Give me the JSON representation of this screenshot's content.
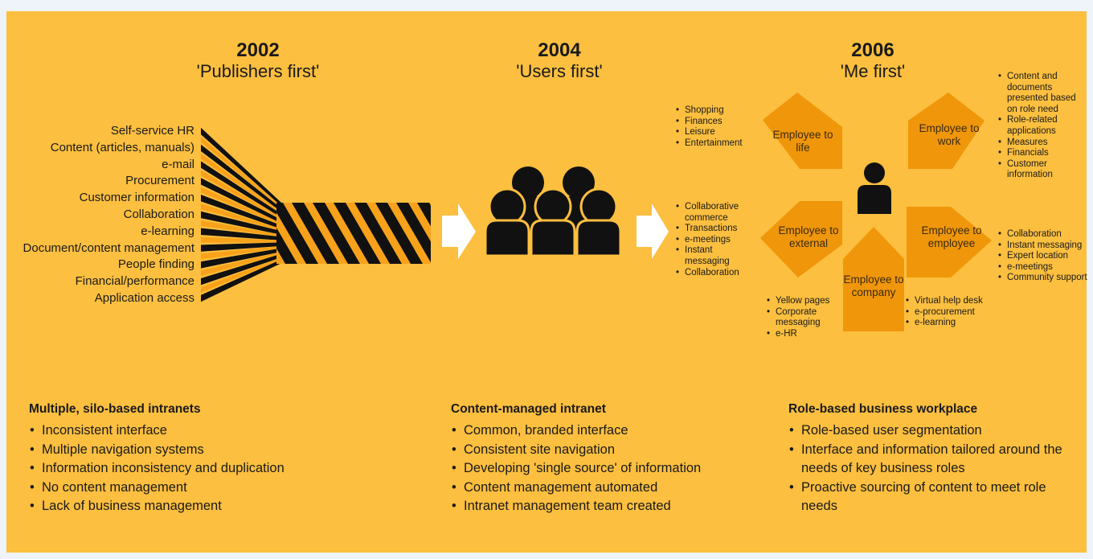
{
  "columns": [
    {
      "year": "2002",
      "subtitle": "'Publishers first'"
    },
    {
      "year": "2004",
      "subtitle": "'Users first'"
    },
    {
      "year": "2006",
      "subtitle": "'Me first'"
    }
  ],
  "publishers_list": [
    "Self-service HR",
    "Content (articles, manuals)",
    "e-mail",
    "Procurement",
    "Customer information",
    "Collaboration",
    "e-learning",
    "Document/content management",
    "People finding",
    "Financial/performance",
    "Application access"
  ],
  "arrows": {
    "life": "Employee to life",
    "work": "Employee to work",
    "external": "Employee to external",
    "employee": "Employee to employee",
    "company": "Employee to company"
  },
  "bullet_groups": {
    "life": [
      "Shopping",
      "Finances",
      "Leisure",
      "Entertainment"
    ],
    "work": [
      "Content and documents presented based on role need",
      "Role-related applications",
      "Measures",
      "Financials",
      "Customer information"
    ],
    "external": [
      "Collaborative commerce",
      "Transactions",
      "e-meetings",
      "Instant messaging",
      "Collaboration"
    ],
    "employee": [
      "Collaboration",
      "Instant messaging",
      "Expert location",
      "e-meetings",
      "Community support"
    ],
    "company_left": [
      "Yellow pages",
      "Corporate messaging",
      "e-HR"
    ],
    "company_right": [
      "Virtual help desk",
      "e-procurement",
      "e-learning"
    ]
  },
  "bottom": [
    {
      "title": "Multiple, silo-based intranets",
      "items": [
        "Inconsistent interface",
        "Multiple navigation systems",
        "Information inconsistency and duplication",
        "No content management",
        "Lack of business management"
      ]
    },
    {
      "title": "Content-managed intranet",
      "items": [
        "Common, branded interface",
        "Consistent site navigation",
        "Developing 'single source' of information",
        "Content management automated",
        "Intranet management team created"
      ]
    },
    {
      "title": "Role-based business workplace",
      "items": [
        "Role-based user segmentation",
        "Interface and information tailored around the needs of key business roles",
        "Proactive sourcing of content to meet role needs"
      ]
    }
  ],
  "colors": {
    "background": "#fcbf3f",
    "arrow_fill": "#f0960a",
    "stripe": "#f7a21a",
    "dark": "#111111"
  }
}
